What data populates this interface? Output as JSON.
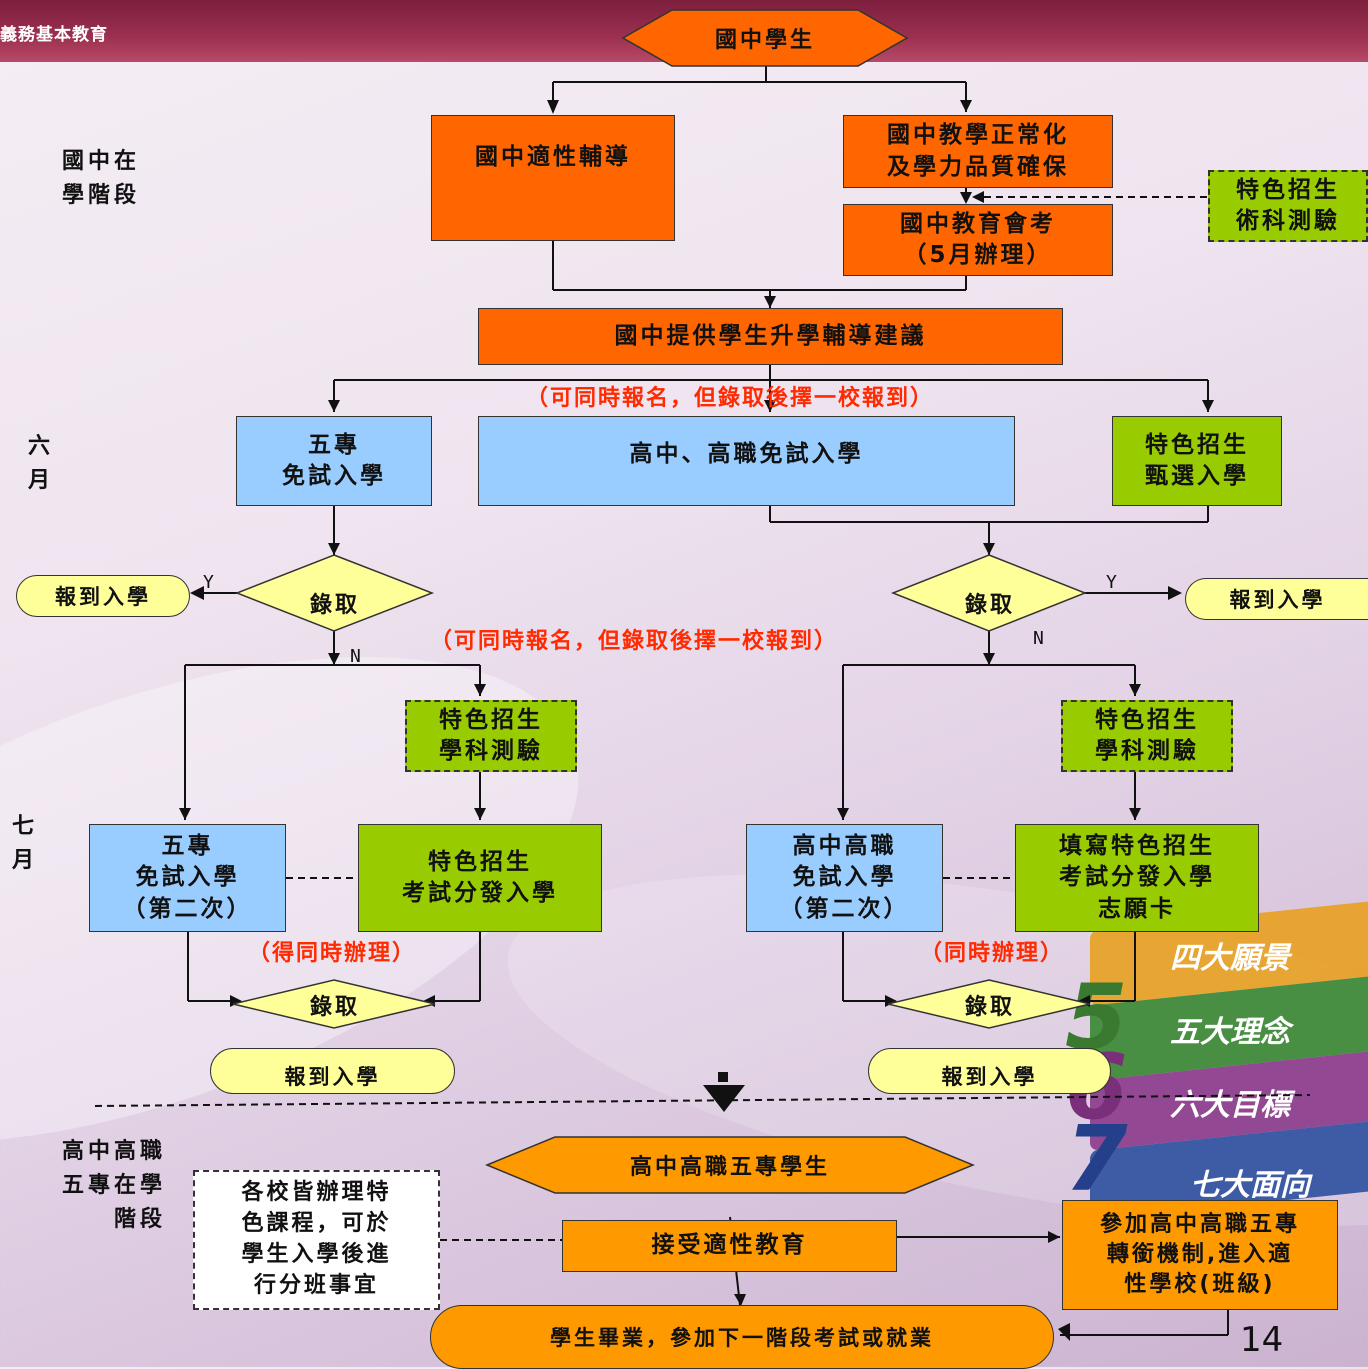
{
  "header": {
    "title": "義務基本教育"
  },
  "side_labels": {
    "junior_stage": "國中在\n學階段",
    "june": "六\n月",
    "july": "七\n月",
    "senior_stage": "高中高職\n五專在學\n階段"
  },
  "nodes": {
    "start": "國中學生",
    "aptitude_guidance": "國中適性輔導",
    "teaching_normal": "國中教學正常化\n及學力品質確保",
    "exam": "國中教育會考\n（5月辦理）",
    "special_skill_test": "特色招生\n術科測驗",
    "advising": "國中提供學生升學輔導建議",
    "five_year_free": "五專\n免試入學",
    "hs_free": "高中、高職免試入學",
    "special_selection": "特色招生\n甄選入學",
    "admit_left": "錄取",
    "admit_right": "錄取",
    "enroll_top_left": "報到入學",
    "enroll_top_right": "報到入學",
    "subject_test_left": "特色招生\n學科測驗",
    "subject_test_right": "特色招生\n學科測驗",
    "five_year_second": "五專\n免試入學\n（第二次）",
    "special_exam_assign": "特色招生\n考試分發入學",
    "hs_second": "高中高職\n免試入學\n（第二次）",
    "fill_wish_card": "填寫特色招生\n考試分發入學\n志願卡",
    "admit_bottom_left": "錄取",
    "admit_bottom_right": "錄取",
    "enroll_bottom_left": "報到入學",
    "enroll_bottom_right": "報到入學",
    "senior_students": "高中高職五專學生",
    "school_courses": "各校皆辦理特\n色課程，可於\n學生入學後進\n行分班事宜",
    "receive_education": "接受適性教育",
    "transfer": "參加高中高職五專\n轉銜機制,進入適\n性學校(班級)",
    "graduate": "學生畢業，參加下一階段考試或就業"
  },
  "notes": {
    "simultaneous_1": "（可同時報名，但錄取後擇一校報到）",
    "simultaneous_2": "（可同時報名，但錄取後擇一校報到）",
    "can_same_time": "（得同時辦理）",
    "same_time": "（同時辦理）"
  },
  "branch_labels": {
    "y_left": "Y",
    "n_left": "N",
    "y_right": "Y",
    "n_right": "N"
  },
  "decoration": {
    "num5": "5",
    "label5": "五大理念",
    "num6": "6",
    "label6": "六大目標",
    "num7": "7",
    "label7": "七大面向",
    "label4": "四大願景"
  },
  "page_number": "14",
  "colors": {
    "orange": "#ff6600",
    "light_orange": "#ff9900",
    "blue": "#99ccff",
    "green": "#99cc00",
    "yellow": "#ffff99",
    "note_red": "#ff2a00"
  }
}
